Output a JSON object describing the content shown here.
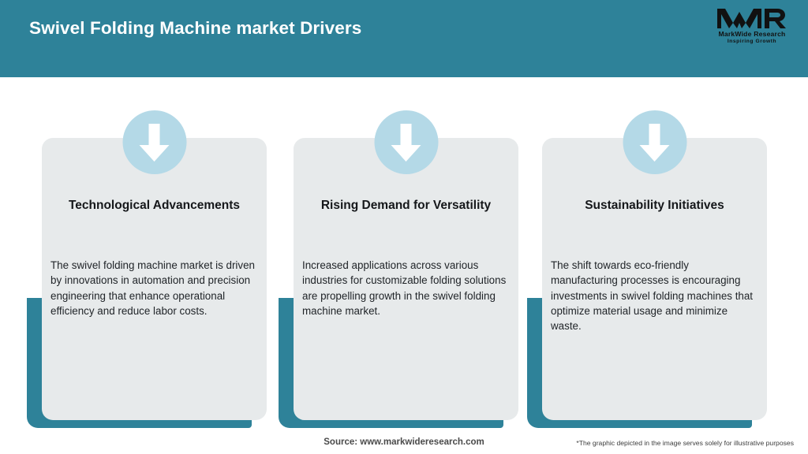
{
  "header": {
    "title": "Swivel Folding Machine market Drivers",
    "bg_color": "#2e8299",
    "title_color": "#ffffff"
  },
  "logo": {
    "mark": "MWR",
    "name": "MarkWide Research",
    "tagline": "Inspiring Growth"
  },
  "cards": [
    {
      "icon": "down-arrow-icon",
      "title": "Technological Advancements",
      "body": "The swivel folding machine market is driven by innovations in automation and precision engineering that enhance operational efficiency and reduce labor costs."
    },
    {
      "icon": "down-arrow-icon",
      "title": "Rising Demand for Versatility",
      "body": "Increased applications across various industries for customizable folding solutions are propelling growth in the swivel folding machine market."
    },
    {
      "icon": "down-arrow-icon",
      "title": "Sustainability Initiatives",
      "body": "The shift towards eco-friendly manufacturing processes is encouraging investments in swivel folding machines that optimize material usage and minimize waste."
    }
  ],
  "footer": {
    "source": "Source: www.markwideresearch.com",
    "disclaimer": "*The graphic depicted in the image serves solely for illustrative purposes"
  },
  "colors": {
    "accent_teal": "#2e8299",
    "card_gray": "#e7eaeb",
    "icon_circle_blue": "#b4d9e7",
    "arrow_white": "#ffffff"
  }
}
